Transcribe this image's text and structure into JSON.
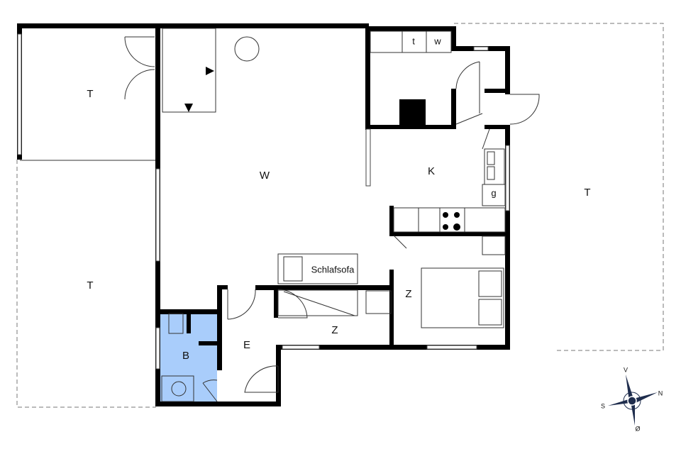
{
  "rooms": {
    "terrace_nw": "T",
    "terrace_w": "T",
    "terrace_e": "T",
    "living": "W",
    "kitchen": "K",
    "bedroom_large": "Z",
    "bedroom_small": "Z",
    "entrance": "E",
    "bathroom": "B",
    "dryer": "t",
    "washer": "w",
    "fridge": "g",
    "sofa_bed": "Schlafsofa"
  },
  "compass": {
    "north": "N",
    "south": "S",
    "west": "V",
    "east": "Ø"
  },
  "colors": {
    "wall": "#000000",
    "bathroom": "#a9cdfb",
    "compass": "#1f2d4d"
  }
}
